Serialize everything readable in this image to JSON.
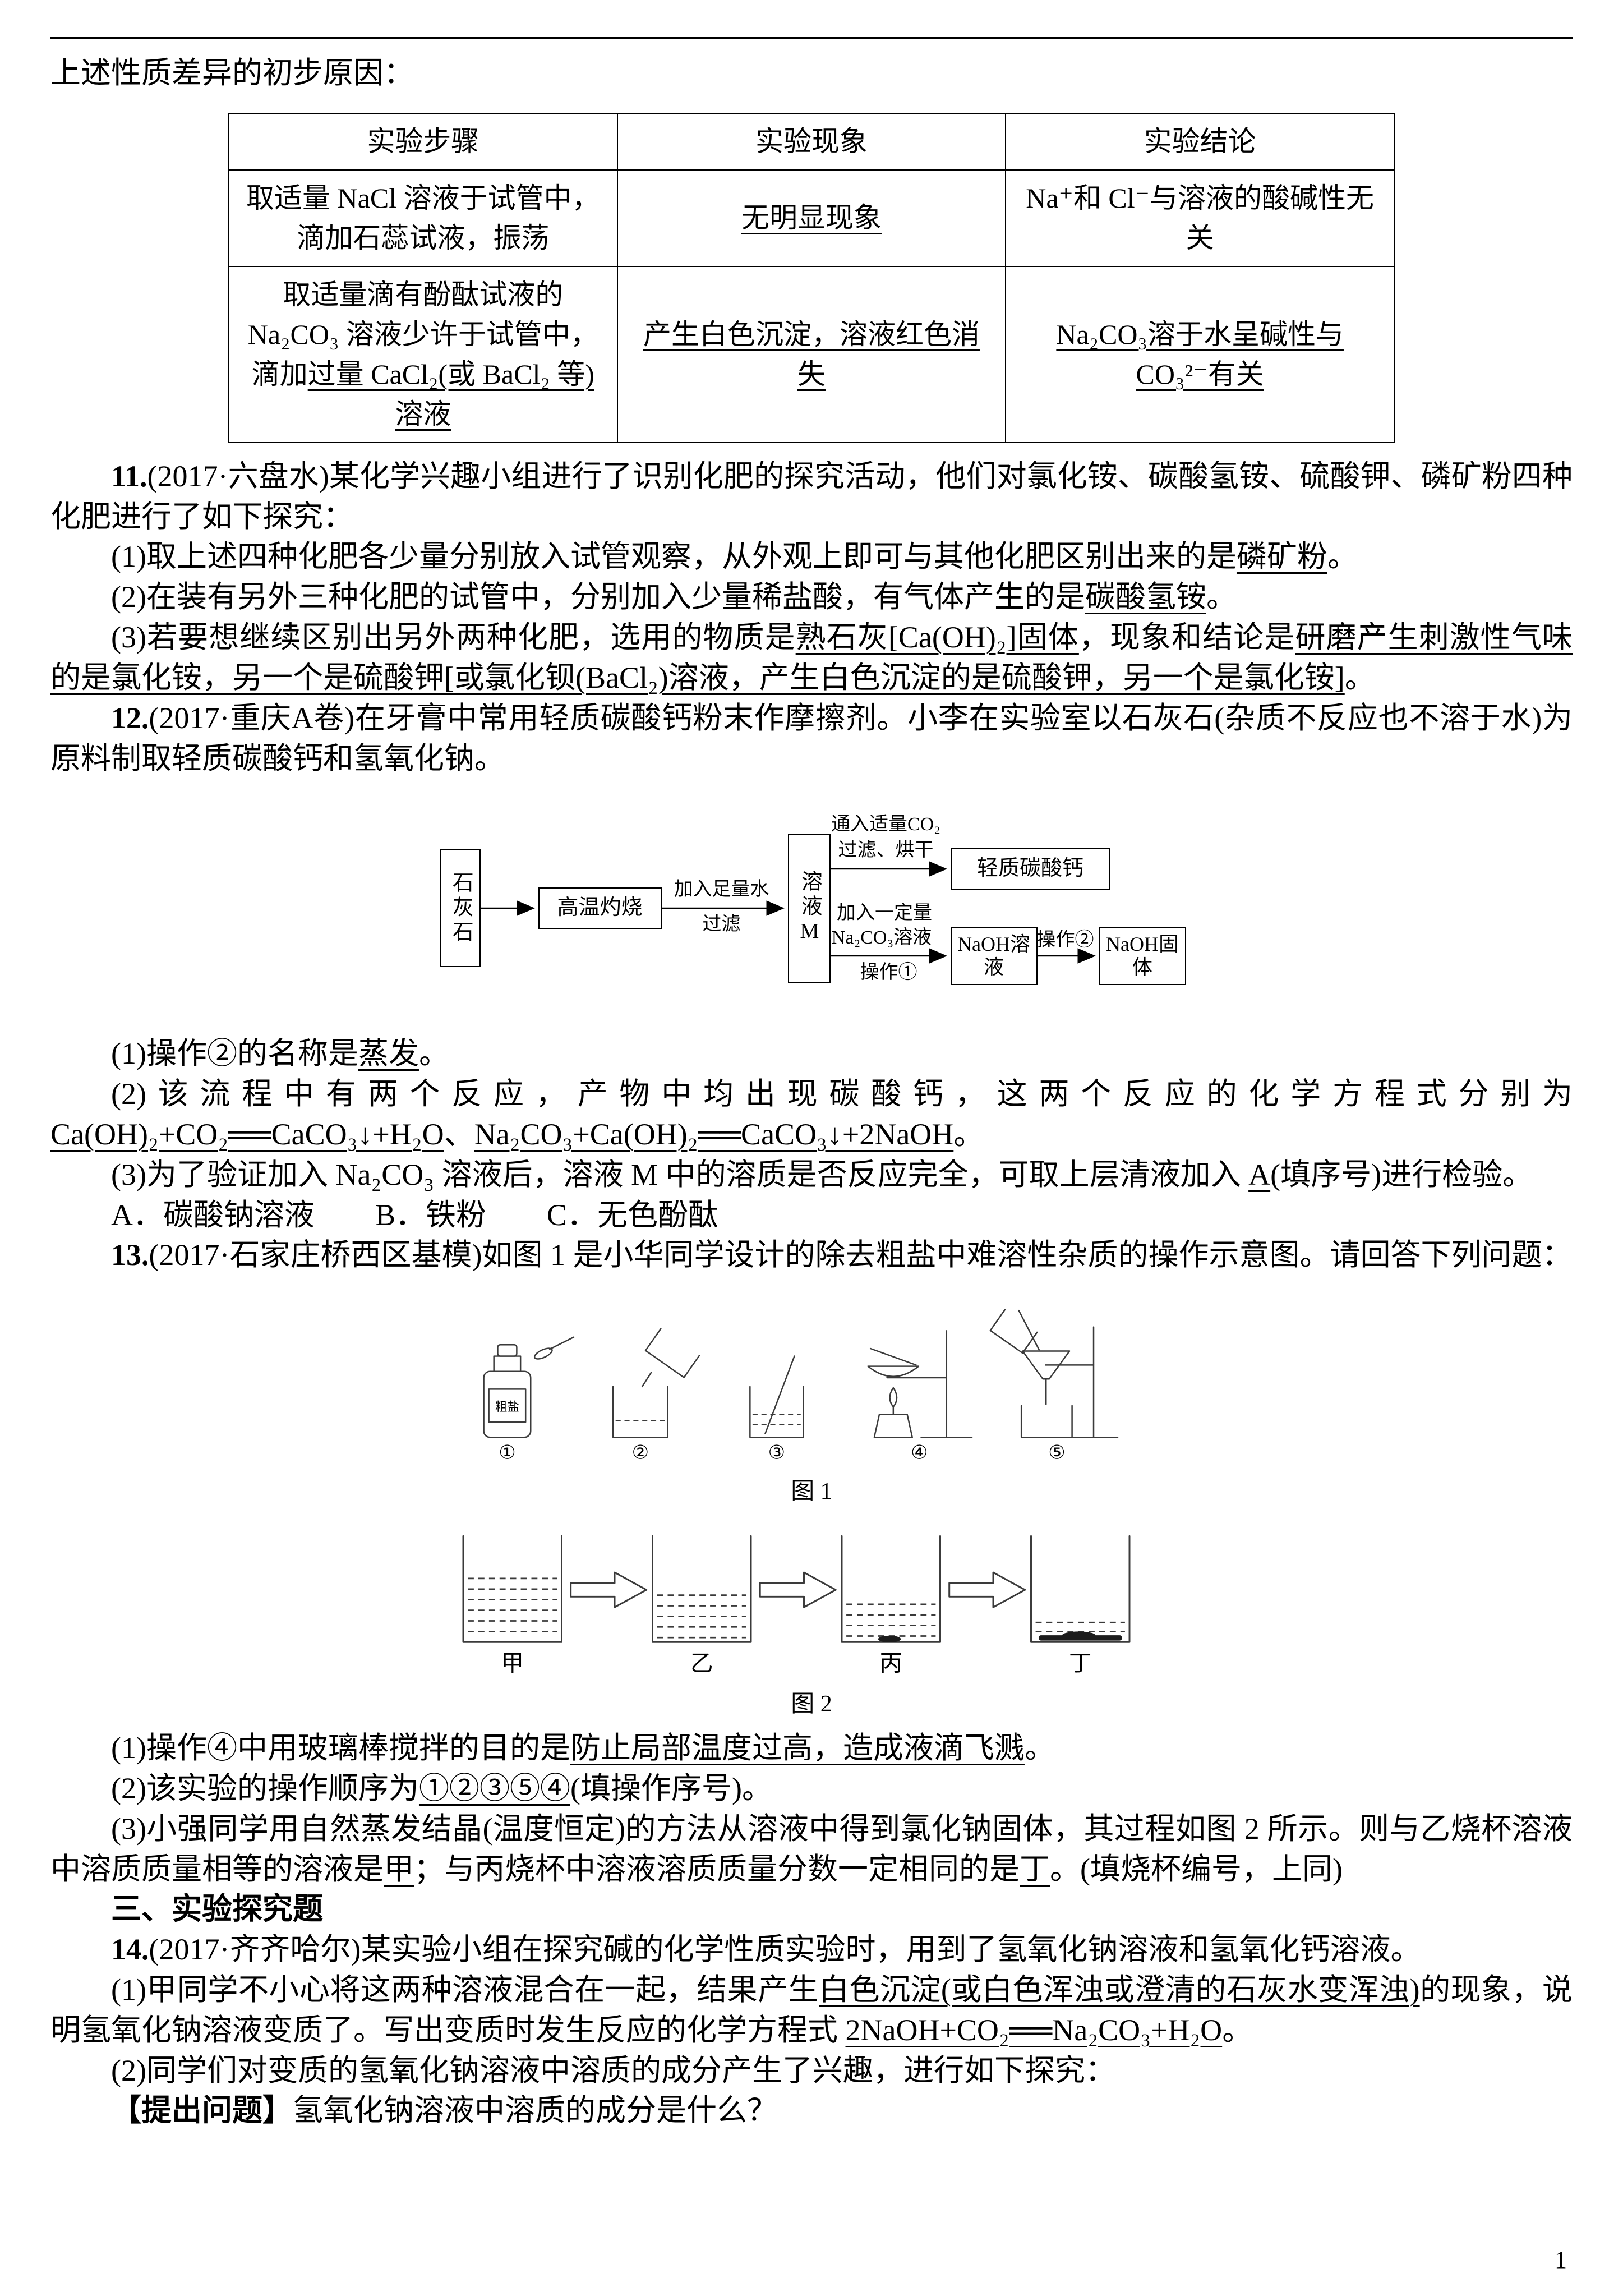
{
  "page_number": "1",
  "intro": "上述性质差异的初步原因：",
  "table": {
    "headers": [
      "实验步骤",
      "实验现象",
      "实验结论"
    ],
    "rows": [
      {
        "steps": "取适量 NaCl 溶液于试管中，滴加石蕊试液，振荡",
        "phenomenon": "<u>无明显现象</u>",
        "conclusion": "Na⁺和 Cl⁻与溶液的酸碱性无关"
      },
      {
        "steps": "取适量滴有酚酞试液的 Na₂CO₃ 溶液少许于试管中，滴加<u>过量 CaCl₂(或 BaCl₂ 等)溶液</u>",
        "phenomenon": "<u>产生白色沉淀，溶液红色消失</u>",
        "conclusion": "<u>Na₂CO₃溶于水呈碱性与 CO₃²⁻有关</u>"
      }
    ]
  },
  "q11": {
    "intro": "<b>11.</b>(2017·六盘水)某化学兴趣小组进行了识别化肥的探究活动，他们对氯化铵、碳酸氢铵、硫酸钾、磷矿粉四种化肥进行了如下探究：",
    "p1": "(1)取上述四种化肥各少量分别放入试管观察，从外观上即可与其他化肥区别出来的是<u>磷矿粉</u>。",
    "p2": "(2)在装有另外三种化肥的试管中，分别加入少量稀盐酸，有气体产生的是<u>碳酸氢铵</u>。",
    "p3": "(3)若要想继续区别出另外两种化肥，选用的物质是<u>熟石灰[Ca(OH)₂]固体</u>，现象和结论是<u>研磨产生刺激性气味的是氯化铵，另一个是硫酸钾[或氯化钡(BaCl₂)溶液，产生白色沉淀的是硫酸钾，另一个是氯化铵]</u>。"
  },
  "q12": {
    "intro": "<b>12.</b>(2017·重庆A卷)在牙膏中常用轻质碳酸钙粉末作摩擦剂。小李在实验室以石灰石(杂质不反应也不溶于水)为原料制取轻质碳酸钙和氢氧化钠。",
    "p1": "(1)操作②的名称是<u>蒸发</u>。",
    "p2": "(2)该流程中有两个反应，产物中均出现碳酸钙，这两个反应的化学方程式分别为 <u>Ca(OH)₂+CO₂══CaCO₃↓+H₂O</u>、<u>Na₂CO₃+Ca(OH)₂══CaCO₃↓+2NaOH</u>。",
    "p3": "(3)为了验证加入 Na₂CO₃ 溶液后，溶液 M 中的溶质是否反应完全，可取上层清液加入 <u>A</u>(填序号)进行检验。",
    "options": "A．碳酸钠溶液　　B．铁粉　　C．无色酚酞"
  },
  "flowchart": {
    "limestone": "石灰石",
    "calcine": "高温灼烧",
    "add_water": "加入足量水",
    "filter": "过滤",
    "solution_m": "溶液M",
    "co2": "通入适量CO₂",
    "filter_dry": "过滤、烘干",
    "light_caco3": "轻质碳酸钙",
    "add_amount": "加入一定量",
    "na2co3": "Na₂CO₃溶液",
    "op1": "操作①",
    "naoh_solution": "NaOH溶液",
    "op2": "操作②",
    "naoh_solid": "NaOH固体"
  },
  "q13": {
    "intro": "<b>13.</b>(2017·石家庄桥西区基模)如图 1 是小华同学设计的除去粗盐中难溶性杂质的操作示意图。请回答下列问题：",
    "p1": "(1)操作④中用玻璃棒搅拌的目的是<u>防止局部温度过高，造成液滴飞溅</u>。",
    "p2": "(2)该实验的操作顺序为<u>①②③⑤④</u>(填操作序号)。",
    "p3": "(3)小强同学用自然蒸发结晶(温度恒定)的方法从溶液中得到氯化钠固体，其过程如图 2 所示。则与乙烧杯溶液中溶质质量相等的溶液是<u>甲</u>；与丙烧杯中溶液溶质质量分数一定相同的是<u>丁</u>。(填烧杯编号，上同)"
  },
  "fig1": {
    "bottle_label": "粗盐",
    "nums": [
      "①",
      "②",
      "③",
      "④",
      "⑤"
    ],
    "caption": "图 1"
  },
  "fig2": {
    "labels": [
      "甲",
      "乙",
      "丙",
      "丁"
    ],
    "caption": "图 2"
  },
  "sec3": "三、实验探究题",
  "q14": {
    "intro": "<b>14.</b>(2017·齐齐哈尔)某实验小组在探究碱的化学性质实验时，用到了氢氧化钠溶液和氢氧化钙溶液。",
    "p1": "(1)甲同学不小心将这两种溶液混合在一起，结果产生<u>白色沉淀(或白色浑浊或澄清的石灰水变浑浊)</u>的现象，说明氢氧化钠溶液变质了。写出变质时发生反应的化学方程式 <u>2NaOH+CO₂══Na₂CO₃+H₂O</u>。",
    "p2": "(2)同学们对变质的氢氧化钠溶液中溶质的成分产生了兴趣，进行如下探究：",
    "ask": "<b>【提出问题】</b>氢氧化钠溶液中溶质的成分是什么？"
  }
}
